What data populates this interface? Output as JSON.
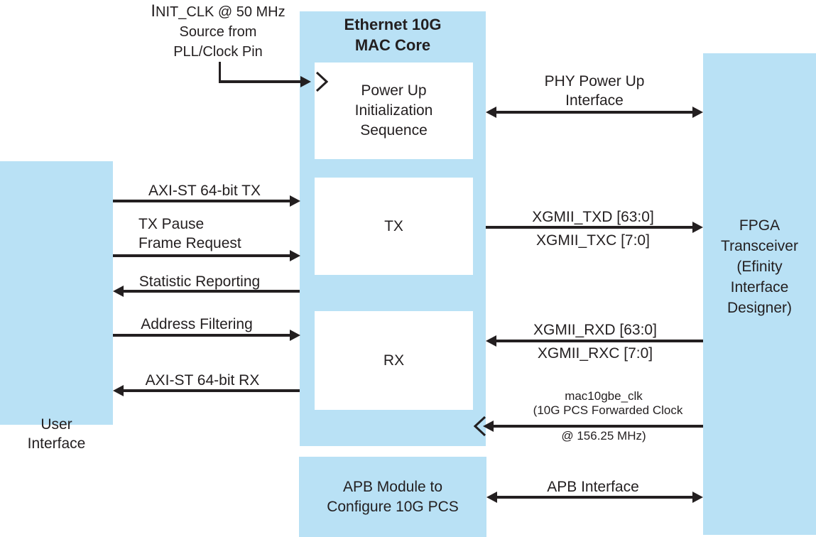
{
  "figure": {
    "type": "block-diagram",
    "subject": "Ethernet 10G MAC Core system architecture"
  },
  "colors": {
    "block_fill": "#B9E1F5",
    "inner_fill": "#FFFFFF",
    "line": "#231F20",
    "background": "#FFFFFF"
  },
  "clock_annotation": {
    "lines": [
      "INIT_CLK @ 50 MHz",
      "Source from",
      "PLL/Clock Pin"
    ]
  },
  "blocks": {
    "user_interface": {
      "lines": [
        "User",
        "Interface"
      ]
    },
    "mac_core": {
      "title_lines": [
        "Ethernet 10G",
        "MAC Core"
      ],
      "power_up": {
        "lines": [
          "Power Up",
          "Initialization",
          "Sequence"
        ]
      },
      "tx_label": "TX",
      "rx_label": "RX"
    },
    "apb_module": {
      "lines": [
        "APB Module to",
        "Configure 10G PCS"
      ]
    },
    "fpga_transceiver": {
      "lines": [
        "FPGA",
        "Transceiver",
        "(Efinity",
        "Interface",
        "Designer)"
      ]
    }
  },
  "connections": {
    "axi_st_tx": {
      "label": "AXI-ST 64-bit TX",
      "direction": "right"
    },
    "tx_pause": {
      "lines": [
        "TX Pause",
        "Frame Request"
      ],
      "direction": "right"
    },
    "statistic_reporting": {
      "label": "Statistic Reporting",
      "direction": "left"
    },
    "address_filtering": {
      "label": "Address Filtering",
      "direction": "right"
    },
    "axi_st_rx": {
      "label": "AXI-ST 64-bit RX",
      "direction": "left"
    },
    "phy_power_up": {
      "lines": [
        "PHY Power Up",
        "Interface"
      ],
      "direction": "bidirectional"
    },
    "xgmii_tx": {
      "label_top": "XGMII_TXD [63:0]",
      "label_bottom": "XGMII_TXC [7:0]",
      "direction": "right"
    },
    "xgmii_rx": {
      "label_top": "XGMII_RXD [63:0]",
      "label_bottom": "XGMII_RXC [7:0]",
      "direction": "left"
    },
    "mac10gbe_clk": {
      "lines": [
        "mac10gbe_clk",
        "(10G PCS Forwarded Clock",
        "@ 156.25 MHz)"
      ],
      "direction": "left"
    },
    "apb_interface": {
      "label": "APB Interface",
      "direction": "bidirectional"
    }
  }
}
